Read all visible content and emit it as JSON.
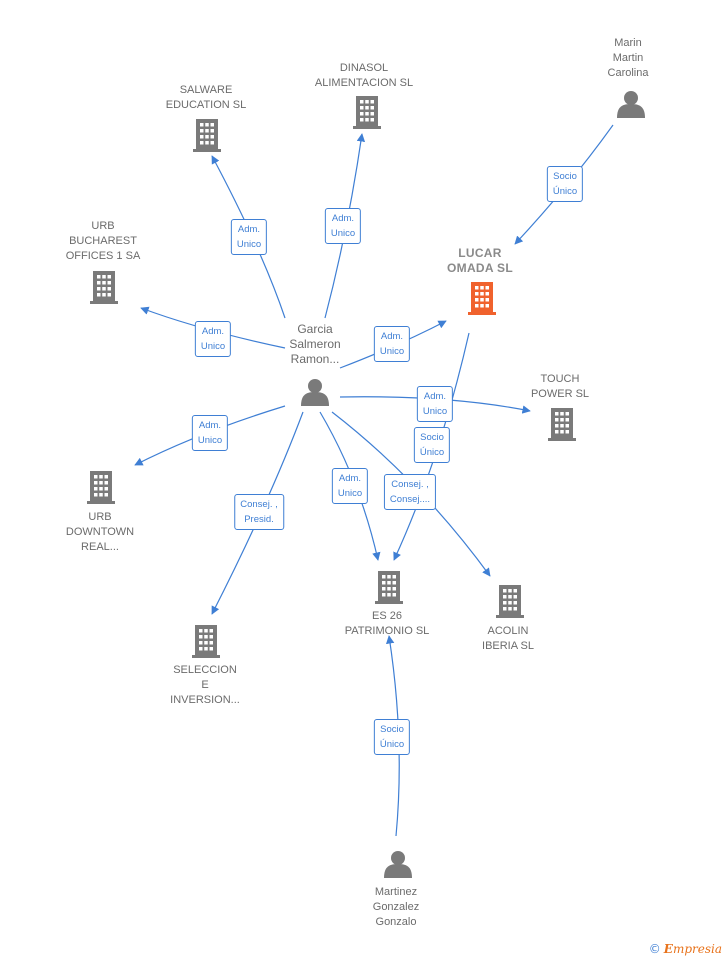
{
  "colors": {
    "edge": "#3f7fd4",
    "building": "#7a7a7a",
    "building_highlight": "#f0622d",
    "person": "#7a7a7a",
    "label": "#6b6b6b"
  },
  "nodes": [
    {
      "id": "garcia",
      "type": "person",
      "label": "Garcia\nSalmeron\nRamon..."
    },
    {
      "id": "marin",
      "type": "person",
      "label": "Marin\nMartin\nCarolina"
    },
    {
      "id": "martinez",
      "type": "person",
      "label": "Martinez\nGonzalez\nGonzalo"
    },
    {
      "id": "lucar",
      "type": "company-highlight",
      "label": "LUCAR\nOMADA  SL"
    },
    {
      "id": "salware",
      "type": "company",
      "label": "SALWARE\nEDUCATION  SL"
    },
    {
      "id": "dinasol",
      "type": "company",
      "label": "DINASOL\nALIMENTACION SL"
    },
    {
      "id": "bucharest",
      "type": "company",
      "label": "URB\nBUCHAREST\nOFFICES 1 SA"
    },
    {
      "id": "touch",
      "type": "company",
      "label": "TOUCH\nPOWER SL"
    },
    {
      "id": "downtown",
      "type": "company",
      "label": "URB\nDOWNTOWN\nREAL..."
    },
    {
      "id": "es26",
      "type": "company",
      "label": "ES 26\nPATRIMONIO SL"
    },
    {
      "id": "acolin",
      "type": "company",
      "label": "ACOLIN\nIBERIA  SL"
    },
    {
      "id": "seleccion",
      "type": "company",
      "label": "SELECCION\nE\nINVERSION..."
    }
  ],
  "edges": [
    {
      "from": "garcia",
      "to": "salware",
      "label": "Adm.\nUnico"
    },
    {
      "from": "garcia",
      "to": "dinasol",
      "label": "Adm.\nUnico"
    },
    {
      "from": "garcia",
      "to": "bucharest",
      "label": "Adm.\nUnico"
    },
    {
      "from": "garcia",
      "to": "lucar",
      "label": "Adm.\nUnico"
    },
    {
      "from": "garcia",
      "to": "touch",
      "label": "Adm.\nUnico"
    },
    {
      "from": "garcia",
      "to": "downtown",
      "label": "Adm.\nUnico"
    },
    {
      "from": "garcia",
      "to": "seleccion",
      "label": "Consej. ,\nPresid."
    },
    {
      "from": "garcia",
      "to": "es26",
      "label": "Adm.\nUnico"
    },
    {
      "from": "garcia",
      "to": "acolin",
      "label": "Consej. ,\nConsej...."
    },
    {
      "from": "marin",
      "to": "lucar",
      "label": "Socio\nÚnico"
    },
    {
      "from": "lucar",
      "to": "es26",
      "label": "Socio\nÚnico"
    },
    {
      "from": "martinez",
      "to": "es26",
      "label": "Socio\nÚnico"
    }
  ],
  "brand": {
    "copyright": "©",
    "name": "mpresia",
    "initial": "E"
  }
}
